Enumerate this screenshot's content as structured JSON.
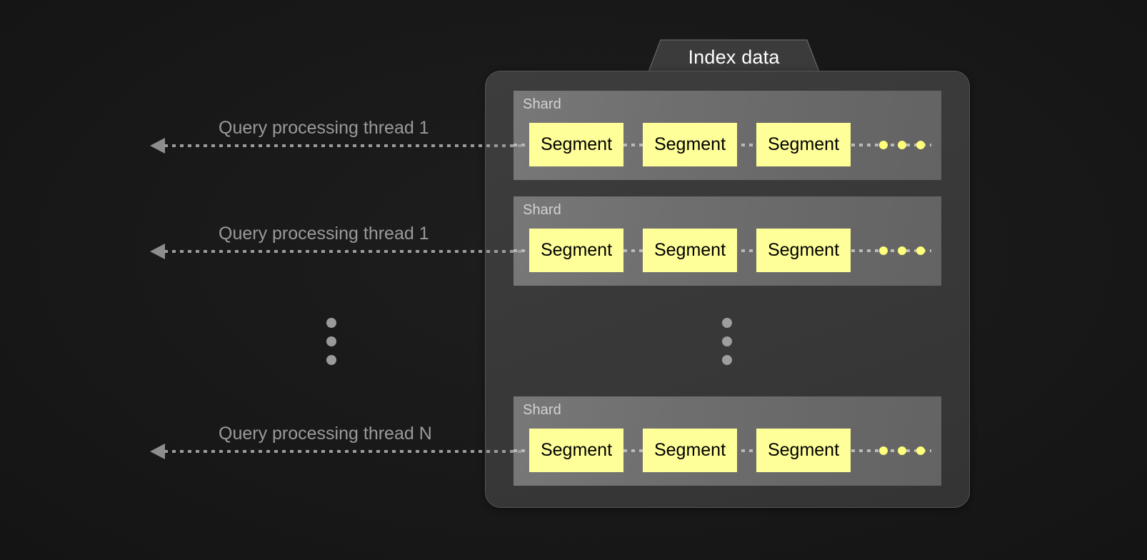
{
  "diagram": {
    "title": "Index data",
    "background_color": "#191919",
    "panel_color": "#3a3a3a",
    "shard_color": "#6f6f6f",
    "segment_color": "#ffff99",
    "accent_dot_color": "#ffff7a",
    "text_color": "#9a9a9a"
  },
  "threads": [
    {
      "label": "Query processing thread 1"
    },
    {
      "label": "Query processing thread 1"
    },
    {
      "label": "Query processing thread N"
    }
  ],
  "shards": [
    {
      "label": "Shard",
      "segments": [
        {
          "label": "Segment"
        },
        {
          "label": "Segment"
        },
        {
          "label": "Segment"
        }
      ],
      "more_indicator": "•••"
    },
    {
      "label": "Shard",
      "segments": [
        {
          "label": "Segment"
        },
        {
          "label": "Segment"
        },
        {
          "label": "Segment"
        }
      ],
      "more_indicator": "•••"
    },
    {
      "label": "Shard",
      "segments": [
        {
          "label": "Segment"
        },
        {
          "label": "Segment"
        },
        {
          "label": "Segment"
        }
      ],
      "more_indicator": "•••"
    }
  ],
  "ellipsis": {
    "left_column": "vertical-ellipsis",
    "panel_column": "vertical-ellipsis"
  }
}
